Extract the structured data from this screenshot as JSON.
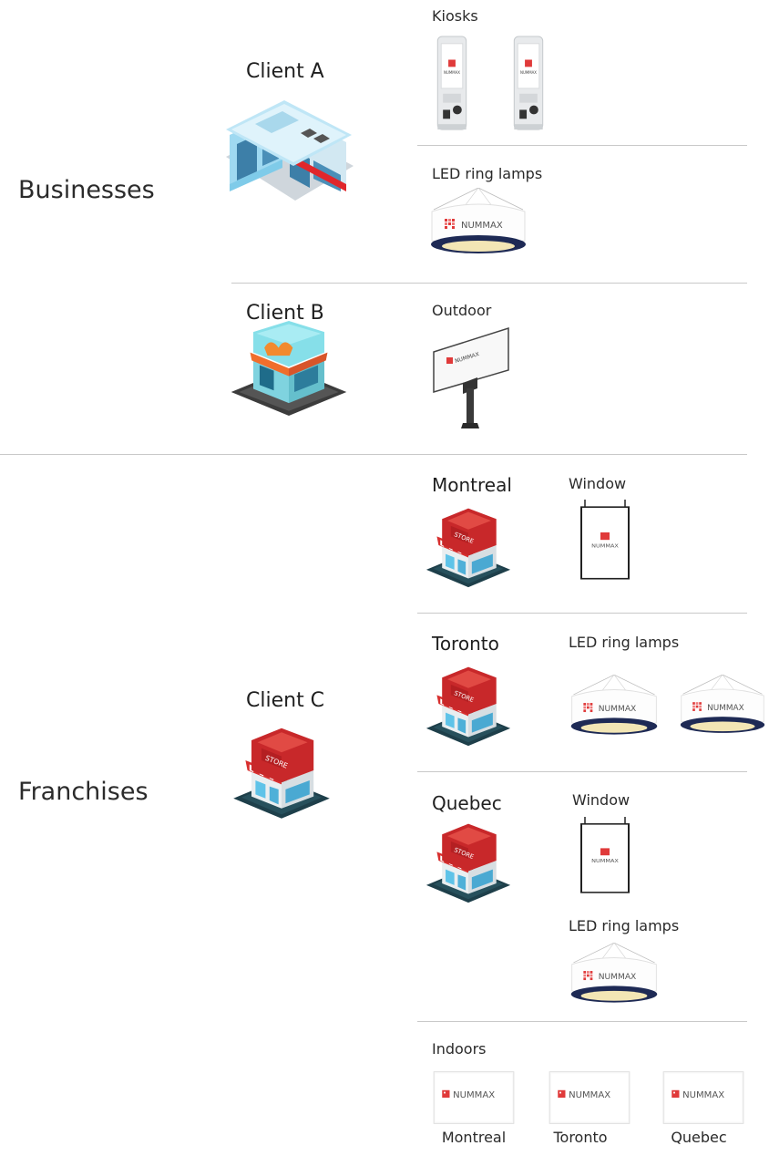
{
  "categories": {
    "businesses": "Businesses",
    "franchises": "Franchises"
  },
  "clients": {
    "a": {
      "name": "Client A",
      "products": [
        {
          "label": "Kiosks"
        },
        {
          "label": "LED ring lamps"
        }
      ]
    },
    "b": {
      "name": "Client B",
      "products": [
        {
          "label": "Outdoor"
        }
      ]
    },
    "c": {
      "name": "Client C",
      "locations": [
        {
          "city": "Montreal",
          "products": [
            "Window"
          ]
        },
        {
          "city": "Toronto",
          "products": [
            "LED ring lamps"
          ]
        },
        {
          "city": "Quebec",
          "products": [
            "Window",
            "LED ring lamps"
          ]
        }
      ],
      "indoors": {
        "label": "Indoors",
        "captions": [
          "Montreal",
          "Toronto",
          "Quebec"
        ]
      }
    }
  },
  "brand": {
    "logo_text": "NUMMAX",
    "accent": "#e03a3a",
    "store_sign": "STORE"
  },
  "icons": [
    "kiosk-icon",
    "led-ring-lamp-icon",
    "billboard-icon",
    "window-display-icon",
    "indoor-display-icon",
    "store-icon",
    "shop-building-icon"
  ]
}
